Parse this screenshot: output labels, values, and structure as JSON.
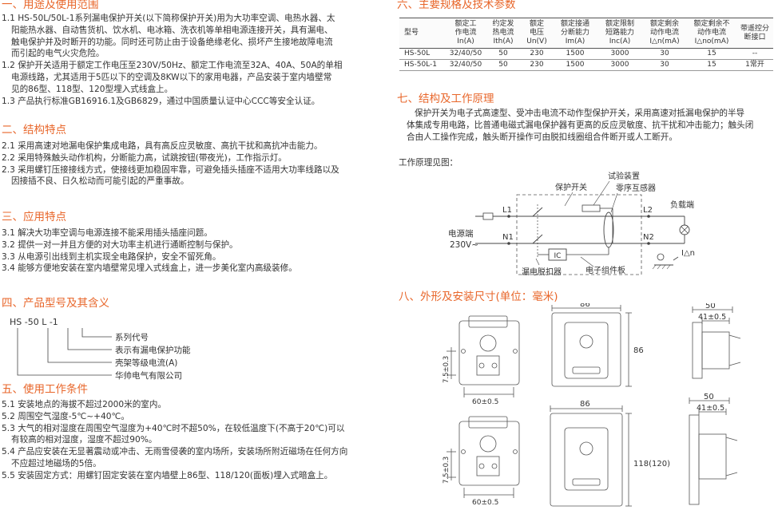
{
  "left": {
    "s1": {
      "title": "一、用途及使用范围",
      "lines": [
        "1.1 HS-50L/50L-1系列漏电保护开关(以下简称保护开关)用为大功率空调、电热水器、太",
        "阳能热水器、自动售货机、饮水机、电冰箱、洗衣机等单相电源连接开关，具有漏电、",
        "触电保护并及时断开的功能。同时还可防止由于设备绝缘老化、损坏产生接地故障电流",
        "而引起的电气火灾危险。",
        "1.2 保护开关适用于额定工作电压至230V/50Hz、额定工作电流至32A、40A、50A的单相",
        "电源线路，尤其适用于5匹以下的空调及8KW以下的家用电器，产品安装于室内墙壁常",
        "见的86型、118型、120型埋入式线盒上。",
        "1.3 产品执行标准GB16916.1及GB6829，通过中国质量认证中心CCC等安全认证。"
      ]
    },
    "s2": {
      "title": "二、结构特点",
      "lines": [
        "2.1 采用高速对地漏电保护集成电路，具有高反应灵敏度、高抗干扰和高抗冲击能力。",
        "2.2 采用特殊触头动作机构，分断能力高，试跳按钮(带夜光)，工作指示灯。",
        "2.3 采用螺钉压接接线方式，使接线更加稳固牢靠，可避免插头插座不适用大功率线路以及",
        "因接插不良、日久松动而可能引起的严重事故。"
      ]
    },
    "s3": {
      "title": "三、应用特点",
      "lines": [
        "3.1 解决大功率空调与电源连接不能采用插头插座问题。",
        "3.2 提供一对一并且方便的对大功率主机进行通断控制与保护。",
        "3.3 从电源引出线到主机实现全电路保护，安全不留死角。",
        "3.4 能够方便地安装在室内墙壁常见埋入式线盒上，进一步美化室内高级装修。"
      ]
    },
    "s4": {
      "title": "四、产品型号及其含义",
      "code": "HS -50 L -1",
      "labels": [
        "系列代号",
        "表示有漏电保护功能",
        "壳架等级电流(A)",
        "华帅电气有限公司"
      ]
    },
    "s5": {
      "title": "五、使用工作条件",
      "lines": [
        "5.1 安装地点的海拔不超过2000米的室内。",
        "5.2 周围空气湿度-5℃~+40℃。",
        "5.3 大气的相对湿度在周围空气湿度为+40℃时不超50%，在较低温度下(不高于20℃)可以",
        "有较高的相对湿度，湿度不超过90%。",
        "5.4 产品应安装在无显著震动或冲击、无雨雪侵袭的室内场所，安装场所附近磁场在任何方向",
        "不应超过地磁场的5倍。",
        "5.5 安装固定方式：用螺钉固定安装在室内墙壁上86型、118/120(面板)埋入式暗盒上。"
      ]
    }
  },
  "right": {
    "s6": {
      "title": "六、主要规格及技术参数",
      "headers": [
        "型号",
        "额定工\n作电流\nIn(A)",
        "约定发\n热电流\nIth(A)",
        "额定\n电压\nUn(V)",
        "额定接通\n分断能力\nIm(A)",
        "额定限制\n短路能力\nInc(A)",
        "额定剩余\n动作电流\nI△n(mA)",
        "额定剩余不\n动作电流\nI△no(mA)",
        "带遥控分\n断接口"
      ],
      "rows": [
        [
          "HS-50L",
          "32/40/50",
          "50",
          "230",
          "1500",
          "3000",
          "30",
          "15",
          "--"
        ],
        [
          "HS-50L-1",
          "32/40/50",
          "50",
          "230",
          "1500",
          "3000",
          "30",
          "15",
          "1常开"
        ]
      ]
    },
    "s7": {
      "title": "七、结构及工作原理",
      "lines": [
        "保护开关为电子式高速型、受冲击电流不动作型保护开关，采用高速对抵漏电保护的半导",
        "体集成专用电路，比普通电磁式漏电保护器有更高的反应灵敏度、抗干扰和冲击能力；触头闭",
        "合由人工操作完成，触头断开操作可由脱扣线圈组合件断开或人工断开。"
      ],
      "diagram_title": "工作原理见图：",
      "diagram": {
        "protect_switch": "保护开关",
        "test_device": "试验装置",
        "zero_ct": "零序互感器",
        "load_end": "负载端",
        "source_end": "电源端",
        "voltage": "230V~",
        "L1": "L1",
        "N1": "N1",
        "L2": "L2",
        "N2": "N2",
        "ic": "IC",
        "trip": "漏电脱扣器",
        "electronic": "电子组件板",
        "delta_n": "I△n"
      }
    },
    "s8": {
      "title": "八、外形及安装尺寸(单位：毫米)",
      "dims": {
        "w86_top": "86",
        "h86": "86",
        "w50_top": "50",
        "w41_top": "41±0.5",
        "w60_top": "60±0.5",
        "v75_top": "7.5±0.3",
        "w86_bot": "86",
        "h118": "118(120)",
        "w50_bot": "50",
        "w41_bot": "41±0.5",
        "w60_bot": "60±0.5",
        "v75_bot": "7.5±0.3"
      }
    }
  },
  "colors": {
    "accent": "#e8662a",
    "text": "#333333"
  }
}
